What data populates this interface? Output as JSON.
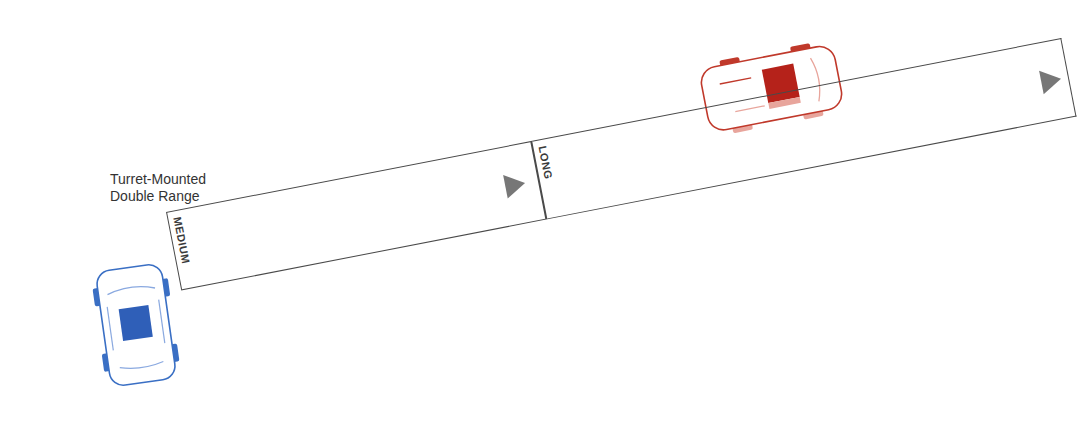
{
  "diagram": {
    "nodes": [
      {
        "text": [
          "MEDIUM"
        ]
      },
      {
        "text": [
          "LONG"
        ]
      }
    ],
    "labels": [
      "Turret-Mounted Double Range"
    ]
  }
}
